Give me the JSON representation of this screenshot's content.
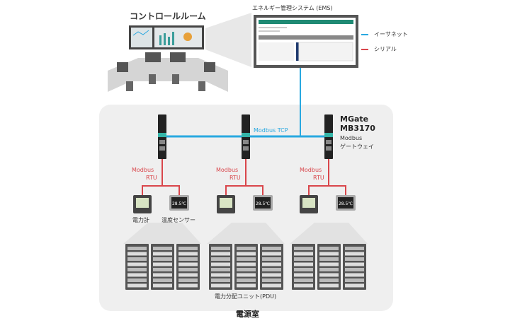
{
  "control_room": {
    "title": "コントロールルーム"
  },
  "ems": {
    "title": "エネルギー管理システム (EMS)"
  },
  "legend": [
    {
      "label": "イーサネット",
      "color": "#29a8e0"
    },
    {
      "label": "シリアル",
      "color": "#d9464b"
    }
  ],
  "network": {
    "tcp_label": "Modbus TCP",
    "rtu_label_1": "Modbus",
    "rtu_label_2": "RTU"
  },
  "gateway": {
    "name_1": "MGate",
    "name_2": "MB3170",
    "desc_1": "Modbus",
    "desc_2": "ゲートウェイ"
  },
  "devices": {
    "power_meter": "電力計",
    "temp_sensor": "温度センサー",
    "temp_reading": "28.5℃"
  },
  "pdu_label": "電力分配ユニット(PDU)",
  "room_label": "電源室",
  "colors": {
    "ethernet": "#29a8e0",
    "serial": "#d9464b",
    "ems_header": "#1f8a74"
  }
}
